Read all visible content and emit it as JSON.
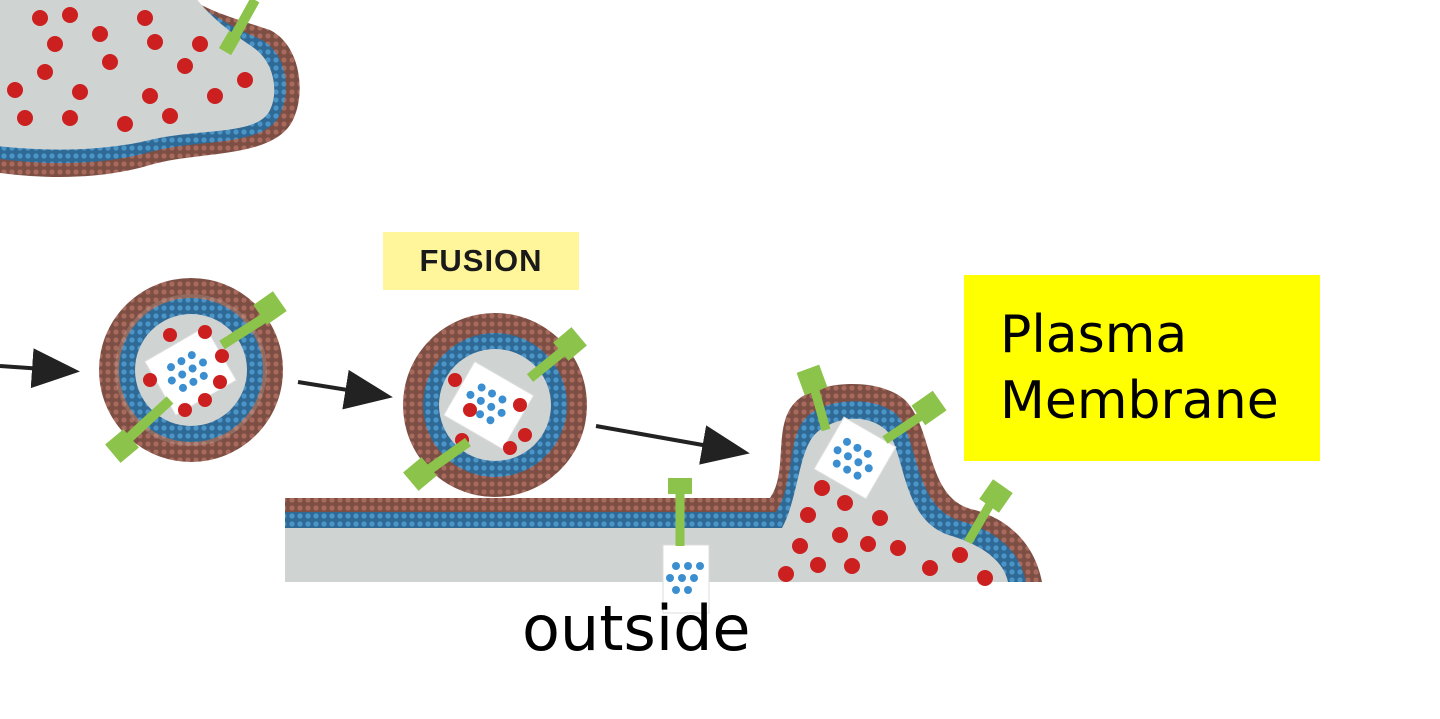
{
  "labels": {
    "fusion": "FUSION",
    "plasma_membrane_line1": "Plasma",
    "plasma_membrane_line2": "Membrane",
    "outside": "outside"
  },
  "colors": {
    "lipid_head_outer": "#8a5a4e",
    "lipid_head_inner": "#3b7fb0",
    "lumen": "#cfd3d2",
    "cargo_dot": "#cc1f1f",
    "protein_green": "#8cc34a",
    "fusion_label_bg": "#fff59a",
    "membrane_label_bg": "#ffff00",
    "arrow": "#222222"
  },
  "icons": {
    "vesicle": "vesicle-icon",
    "transmembrane_protein": "transmembrane-protein-icon",
    "arrow": "arrow-icon"
  }
}
